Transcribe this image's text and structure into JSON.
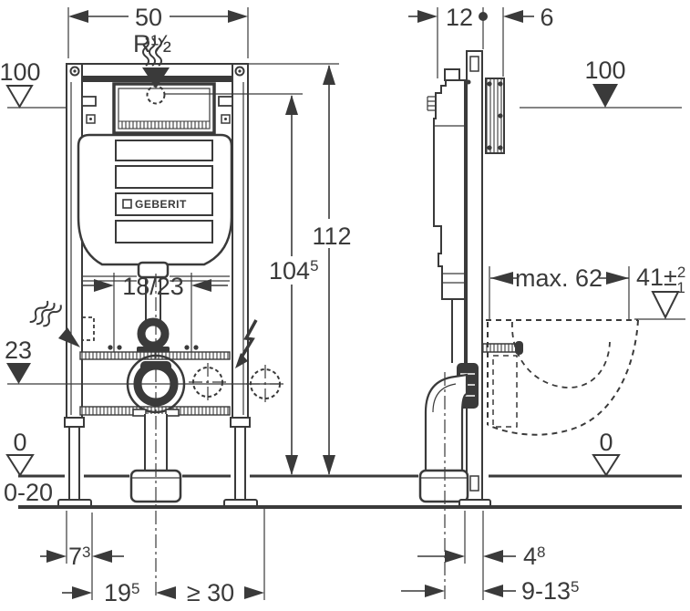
{
  "colors": {
    "ink": "#3a3a3a",
    "background": "#ffffff"
  },
  "brand": {
    "logo": "GEBERIT"
  },
  "dimensions": {
    "top_width": "50",
    "water_supply": "R½",
    "cistern_depth": "12",
    "plate_offset": "6",
    "wall_height_left": "100",
    "wall_height_right": "100",
    "total_height": "112",
    "supply_height": {
      "main": "104",
      "sup": "5"
    },
    "flush_pipe_offset": "18/23",
    "drain_height": "23",
    "pan_depth": "max. 62",
    "pan_height": {
      "main": "41",
      "pm": "±",
      "sup": "2",
      "sub": "1"
    },
    "floor_left": "0",
    "floor_right": "0",
    "floor_adjust": "0-20",
    "frame_edge_offset": {
      "main": "7",
      "sup": "3"
    },
    "drain_center_offset": {
      "main": "19",
      "sup": "5"
    },
    "min_clearance": "≥ 30",
    "rail_wall_gap": {
      "main": "4",
      "sup": "8"
    },
    "wall_distance": {
      "main": "9-13",
      "sup": "5"
    }
  }
}
